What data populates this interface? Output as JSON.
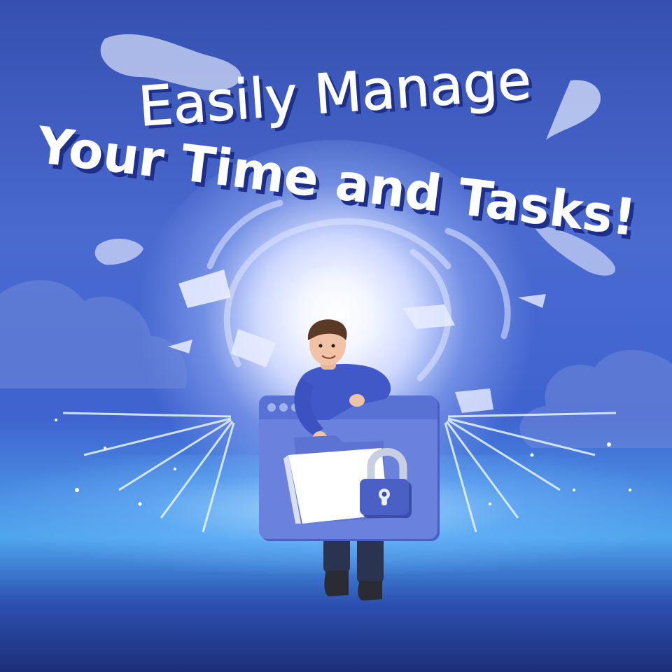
{
  "headline": {
    "line1": "Easily Manage",
    "line2": "Your Time and Tasks!"
  },
  "colors": {
    "background": "#3550b0",
    "glow": "#ffffff",
    "text_fill": "#ffffff",
    "text_shadow": "#1e2f8a",
    "window_panel": "#5f78d8",
    "padlock": "#3a4ea8"
  },
  "illustration": {
    "subject": "person holding folder over browser window",
    "icons": [
      "browser-window-icon",
      "folder-icon",
      "padlock-icon"
    ]
  }
}
